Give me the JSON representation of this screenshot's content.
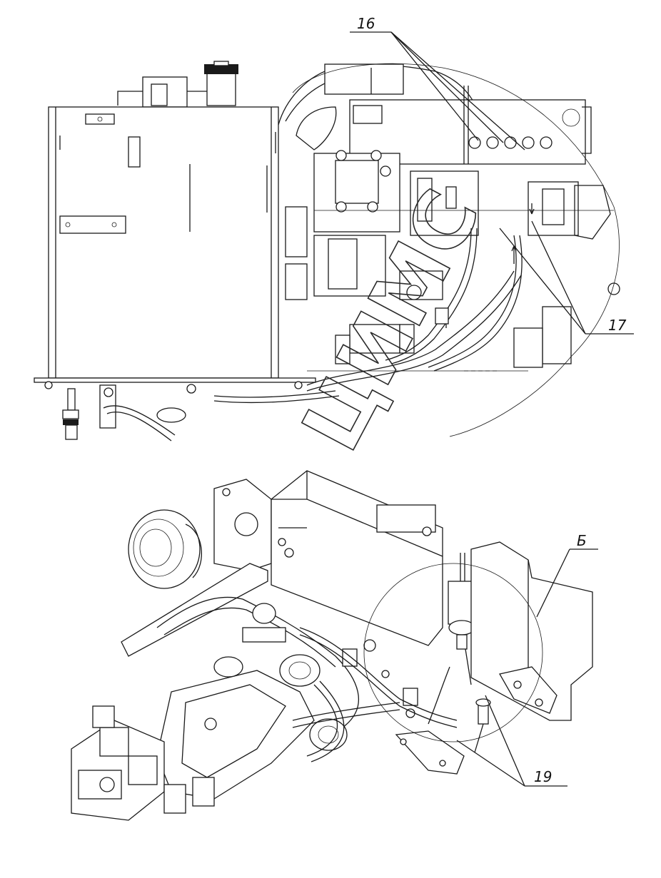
{
  "drawing": {
    "watermark": "ЦИМС",
    "callouts": {
      "c16": "16",
      "c17": "17",
      "cB": "Б",
      "c19": "19"
    }
  }
}
